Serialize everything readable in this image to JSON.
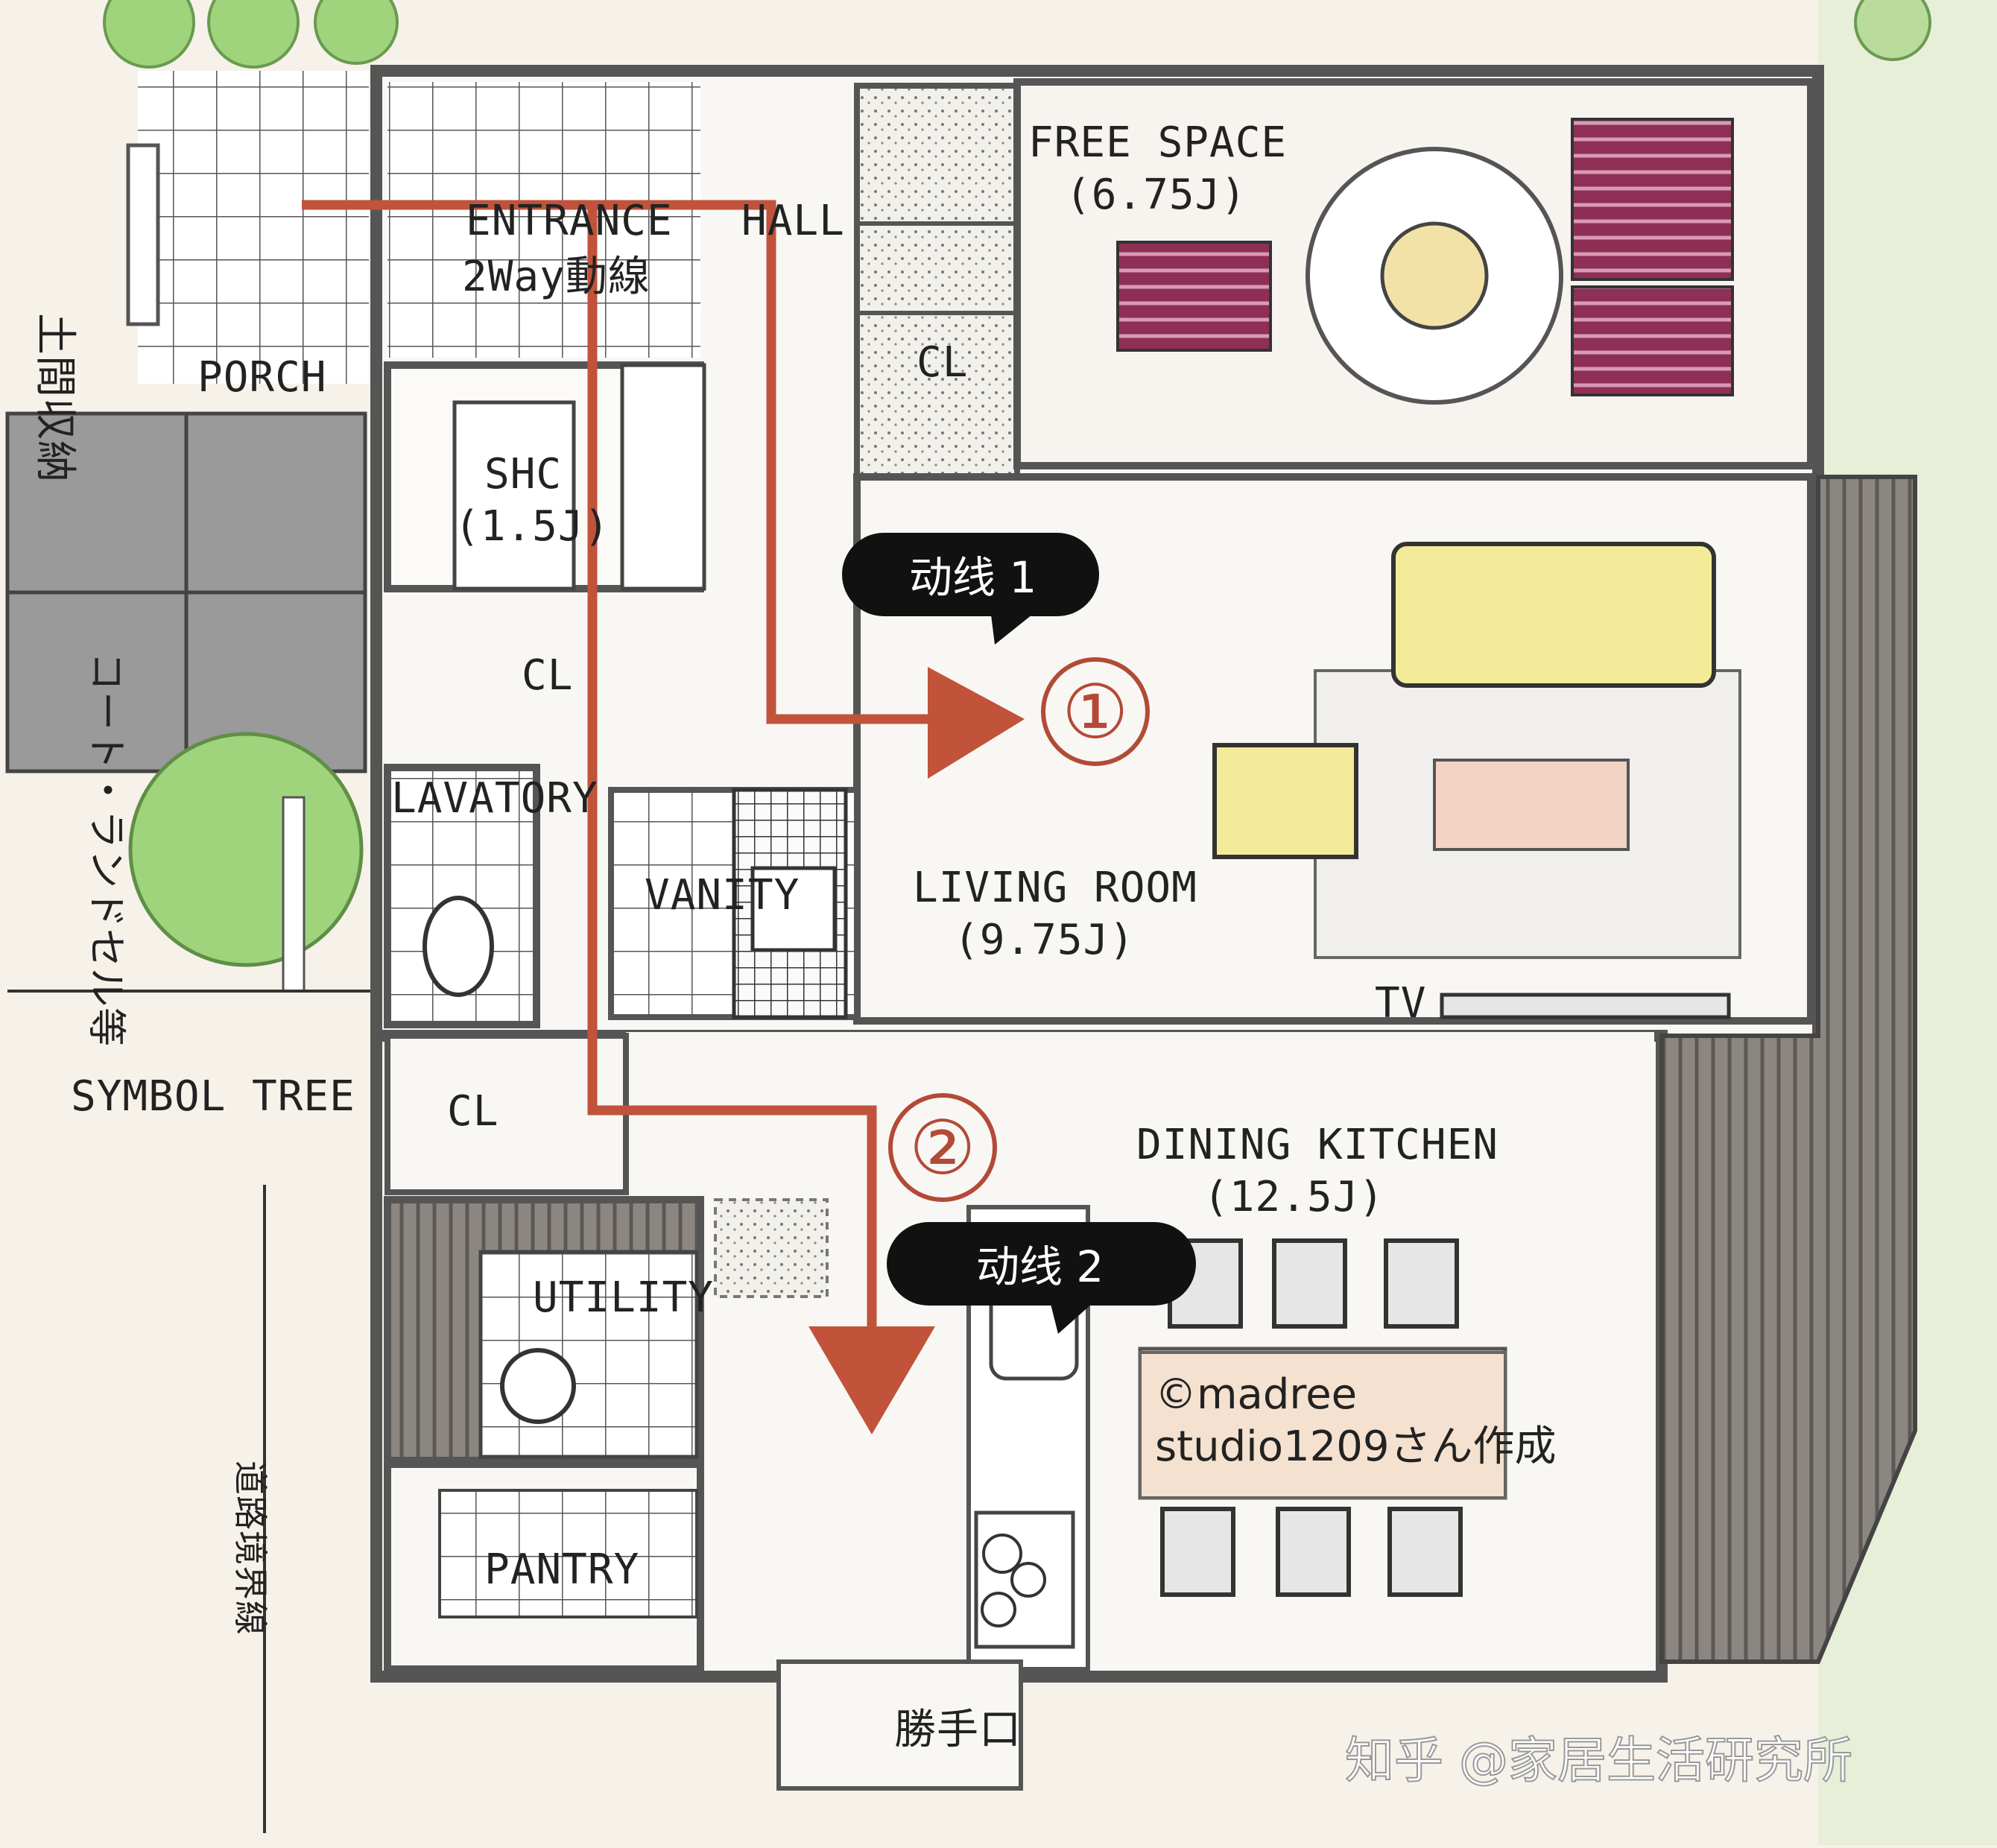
{
  "rooms": {
    "free_space": "FREE  SPACE",
    "free_space_area": "(6.75J)",
    "entrance": "ENTRANCE",
    "entrance_sub": "2Way動線",
    "hall": "HALL",
    "porch": "PORCH",
    "shc": "SHC",
    "shc_area": "(1.5J)",
    "cl_upper": "CL",
    "cl_mid": "CL",
    "cl_lower": "CL",
    "lavatory": "LAVATORY",
    "vanity": "VANITY",
    "living": "LIVING ROOM",
    "living_area": "(9.75J)",
    "tv": "TV",
    "dining": "DINING KITCHEN",
    "dining_area": "(12.5J)",
    "utility": "UTILITY",
    "pantry": "PANTRY",
    "back_door": "勝手口",
    "symbol_tree": "SYMBOL  TREE",
    "doma_storage": "土間収納",
    "coat_storage": "コート・ランドセル等",
    "road_boundary": "道路境界線"
  },
  "routes": {
    "route1": "动线 1",
    "route2": "动线 2",
    "mark1": "①",
    "mark2": "②"
  },
  "credit": {
    "line1": "©madree",
    "line2": "studio1209さん作成"
  },
  "watermark": "知乎 @家居生活研究所",
  "colors": {
    "route": "#c0533a",
    "wall": "#555555",
    "sofa": "#f3eb9a",
    "bed": "#8e2f55",
    "tree": "#9fd47c",
    "deck": "#8a8480",
    "parking": "#9a9a9a"
  }
}
